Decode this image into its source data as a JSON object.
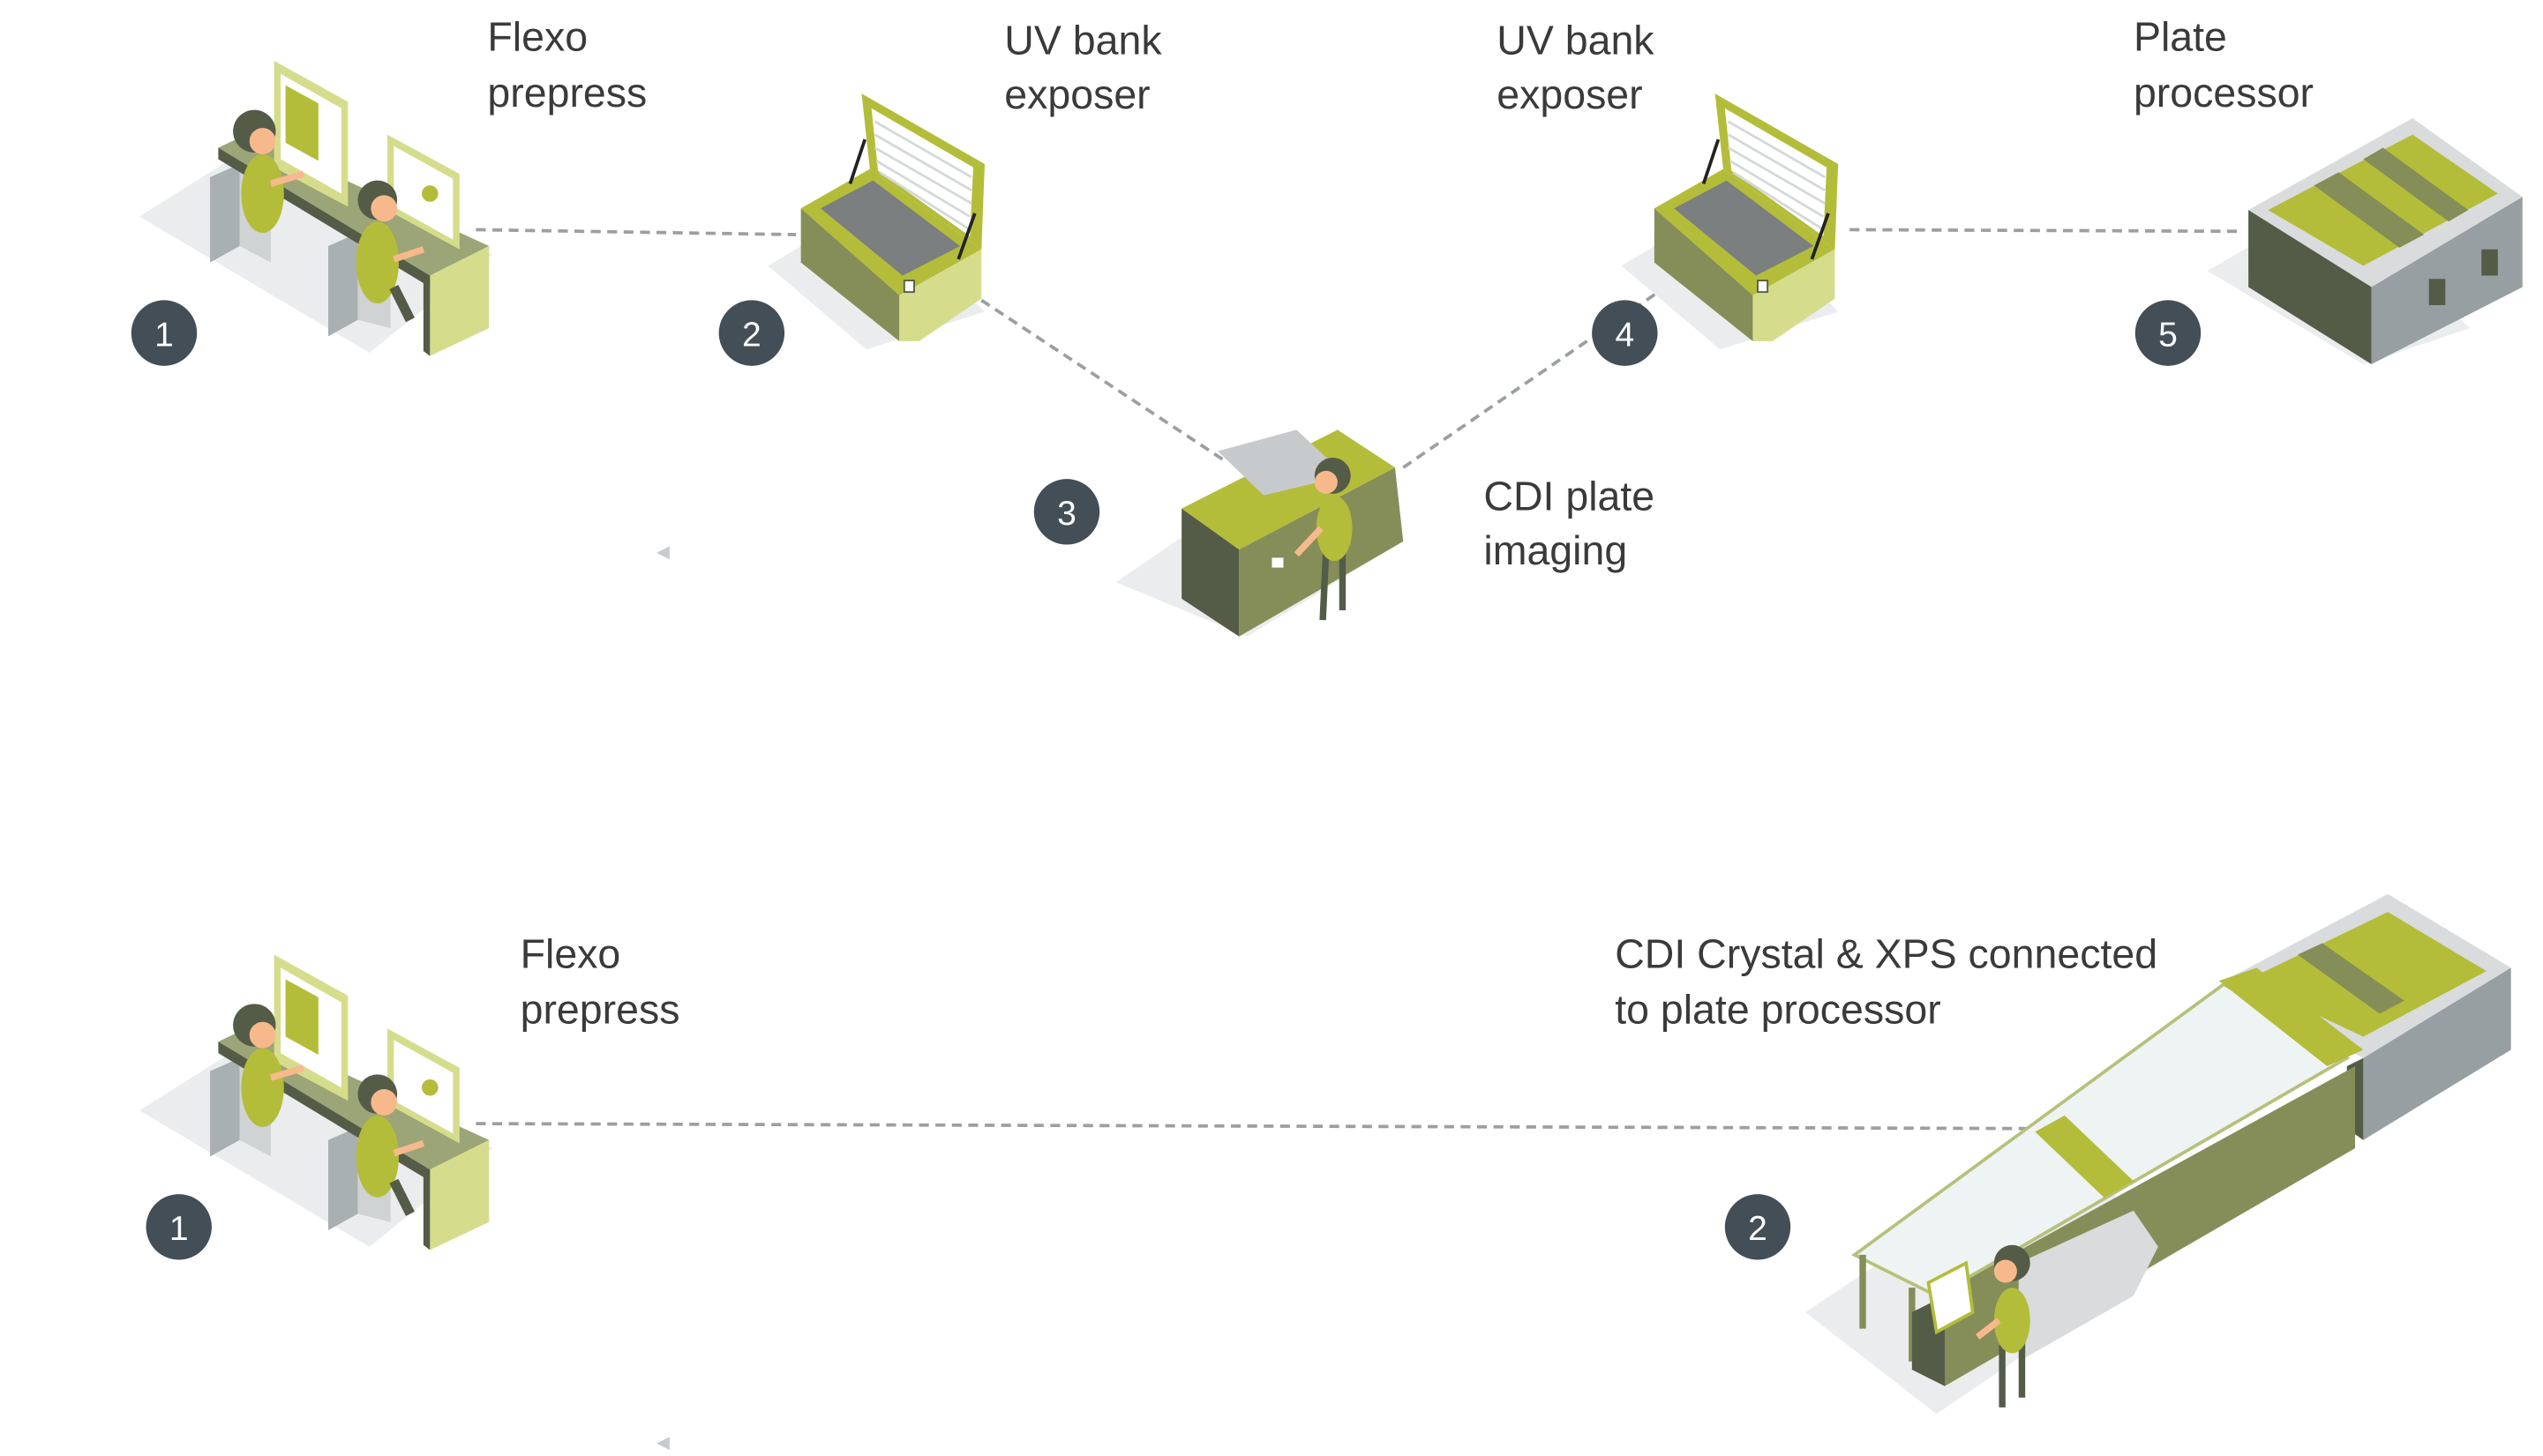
{
  "colors": {
    "accent": "#b3bd39",
    "olive": "#858e58",
    "dark_olive": "#545c48",
    "badge": "#434e57",
    "floor": "#ebeced",
    "machine_grey": "#979fa2",
    "connector": "#9a9fa3"
  },
  "top_workflow": {
    "steps": [
      {
        "number": "1",
        "label_lines": [
          "Flexo",
          "prepress"
        ],
        "icon": "prepress-desk-icon"
      },
      {
        "number": "2",
        "label_lines": [
          "UV bank",
          "exposer"
        ],
        "icon": "uv-exposer-icon"
      },
      {
        "number": "3",
        "label_lines": [
          "CDI plate",
          "imaging"
        ],
        "icon": "cdi-imager-icon"
      },
      {
        "number": "4",
        "label_lines": [
          "UV bank",
          "exposer"
        ],
        "icon": "uv-exposer-icon"
      },
      {
        "number": "5",
        "label_lines": [
          "Plate",
          "processor"
        ],
        "icon": "plate-processor-icon"
      }
    ]
  },
  "bottom_workflow": {
    "steps": [
      {
        "number": "1",
        "label_lines": [
          "Flexo",
          "prepress"
        ],
        "icon": "prepress-desk-icon"
      },
      {
        "number": "2",
        "label_lines": [
          "CDI Crystal & XPS connected",
          "to plate processor"
        ],
        "icon": "cdi-crystal-xps-line-icon"
      }
    ]
  }
}
